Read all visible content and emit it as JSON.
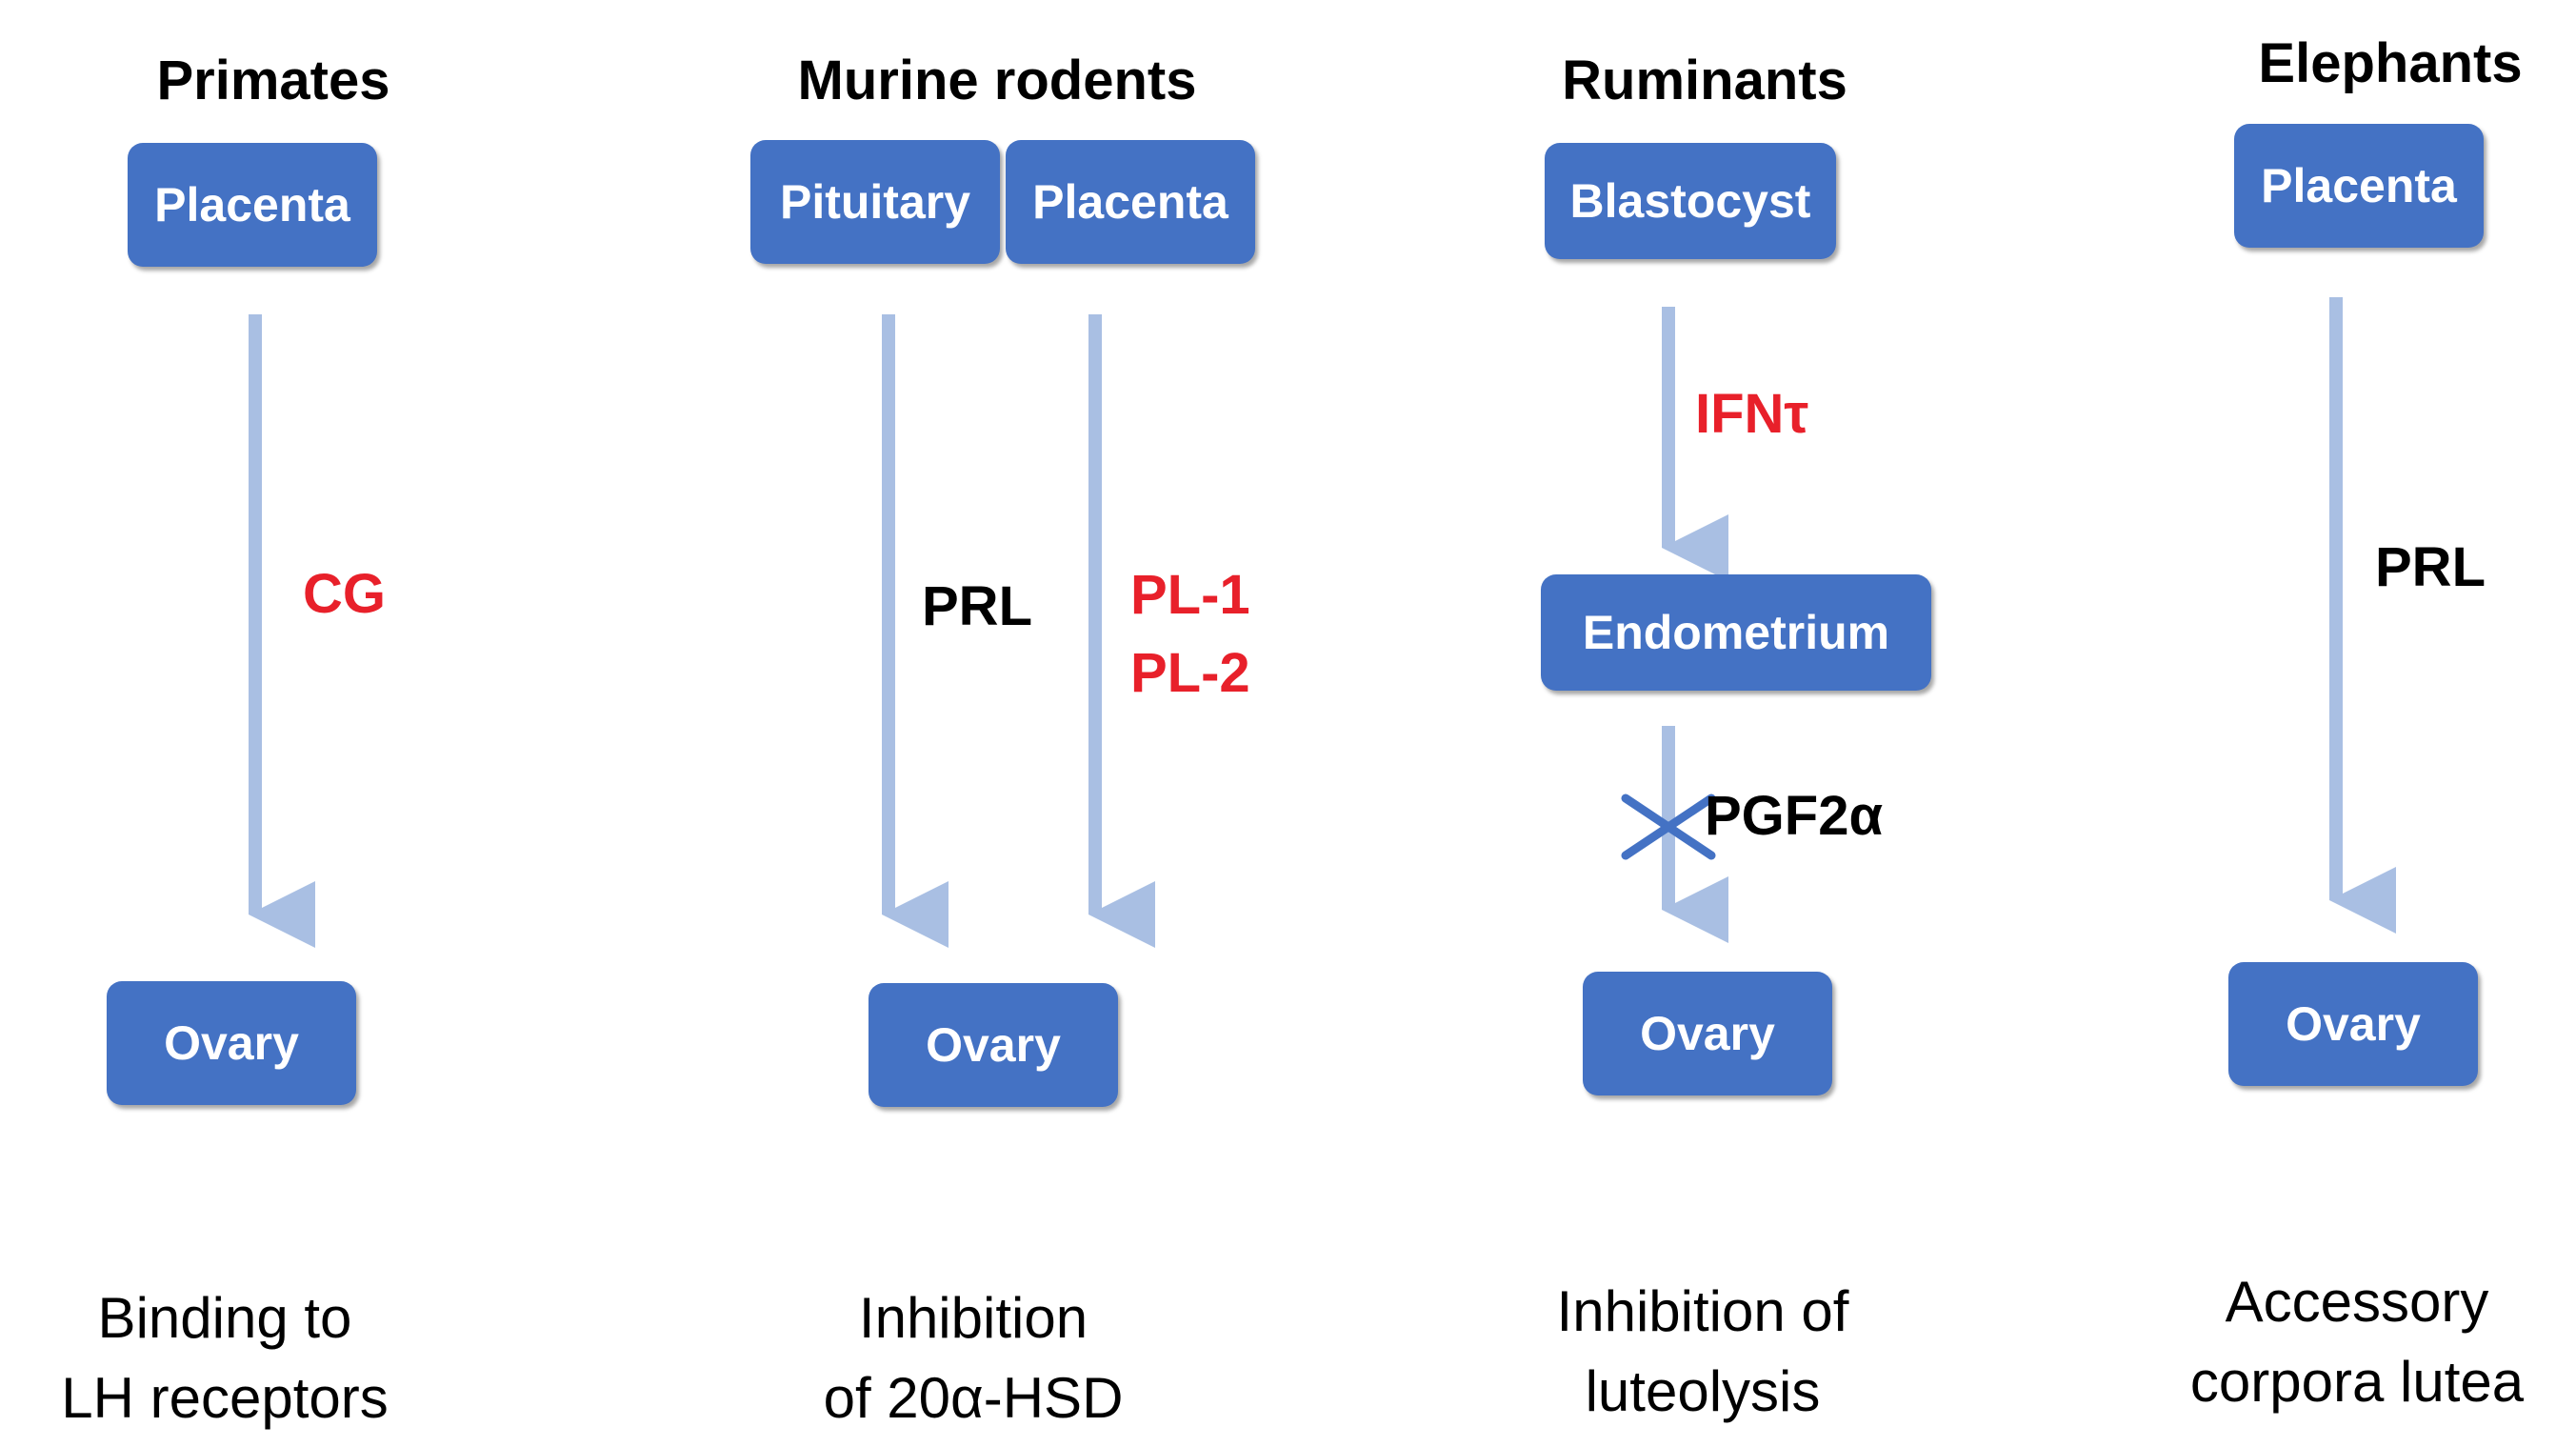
{
  "columns": [
    {
      "title": "Primates",
      "boxes": [
        "Placenta",
        "Ovary"
      ],
      "signals": [
        "CG"
      ],
      "caption": [
        "Binding to",
        "LH receptors"
      ]
    },
    {
      "title": "Murine rodents",
      "boxes": [
        "Pituitary",
        "Placenta",
        "Ovary"
      ],
      "signals": [
        "PRL",
        "PL-1",
        "PL-2"
      ],
      "caption": [
        "Inhibition",
        "of 20α-HSD"
      ]
    },
    {
      "title": "Ruminants",
      "boxes": [
        "Blastocyst",
        "Endometrium",
        "Ovary"
      ],
      "signals": [
        "IFNτ",
        "PGF2α"
      ],
      "caption": [
        "Inhibition of",
        "luteolysis"
      ]
    },
    {
      "title": "Elephants",
      "boxes": [
        "Placenta",
        "Ovary"
      ],
      "signals": [
        "PRL"
      ],
      "caption": [
        "Accessory",
        "corpora lutea"
      ]
    }
  ],
  "colors": {
    "box": "#4472C4",
    "arrow": "#A9BFE3",
    "signal_red": "#E8202A",
    "block_mark": "#4472C4"
  }
}
